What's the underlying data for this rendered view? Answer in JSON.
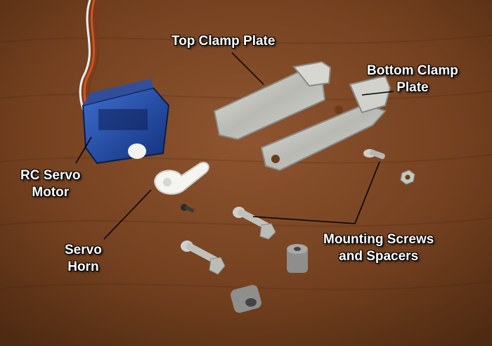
{
  "labels": {
    "top_clamp_plate": "Top Clamp Plate",
    "bottom_clamp_plate": [
      "Bottom Clamp",
      "Plate"
    ],
    "rc_servo_motor": [
      "RC Servo",
      "Motor"
    ],
    "servo_horn": [
      "Servo",
      "Horn"
    ],
    "mounting_screws": [
      "Mounting Screws",
      "and Spacers"
    ]
  },
  "colors": {
    "table_wood": "#7a4523",
    "servo_blue": "#1f4aa8",
    "metal": "#c9c9c4",
    "spacer_gray": "#8e8e8c",
    "label_text": "#ffffff"
  }
}
